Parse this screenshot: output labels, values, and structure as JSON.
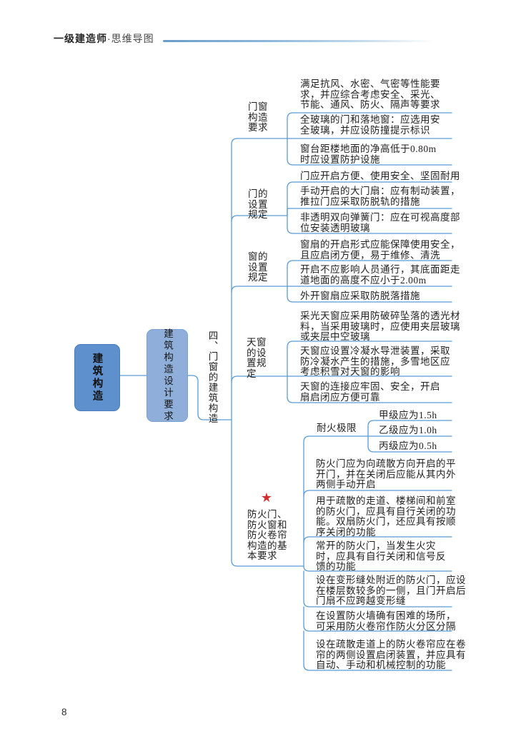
{
  "header": {
    "title_bold": "一级建造师",
    "separator": "·",
    "title_light": "思维导图"
  },
  "page_number": "8",
  "colors": {
    "connector": "#5b9bd5",
    "root_fill": "#5e90ce",
    "level1_fill": "#8fafda",
    "star": "#d42f2f"
  },
  "mindmap": {
    "root": {
      "label": "建筑构造"
    },
    "level1": {
      "label": "建筑构造设计要求"
    },
    "topic": {
      "label": "四、门窗的建筑构造"
    },
    "branches": [
      {
        "label": "门窗\n构造\n要求",
        "leaves": [
          "满足抗风、水密、气密等性能要\n求，并应综合考虑安全、采光、\n节能、通风、防火、隔声等要求",
          "全玻璃的门和落地窗：应选用安\n全玻璃，并应设防撞提示标识",
          "窗台距楼地面的净高低于0.80m\n时应设置防护设施"
        ]
      },
      {
        "label": "门的\n设置\n规定",
        "leaves": [
          "门应开启方便、使用安全、坚固耐用",
          "手动开启的大门扇：应有制动装置，\n推拉门应采取防脱轨的措施",
          "非透明双向弹簧门：应在可视高度部\n位安装透明玻璃"
        ]
      },
      {
        "label": "窗的\n设置\n规定",
        "leaves": [
          "窗扇的开启形式应能保障使用安全，\n且应启闭方便，易于维修、清洗",
          "开启不应影响人员通行，其底面距走\n道地面的高度不应小于2.00m",
          "外开窗扇应采取防脱落措施"
        ]
      },
      {
        "label": "天窗\n的设\n置规\n定",
        "leaves": [
          "采光天窗应采用防破碎坠落的透光材\n料，当采用玻璃时，应使用夹层玻璃\n或夹层中空玻璃",
          "天窗应设置冷凝水导泄装置，采取\n防冷凝水产生的措施，多雪地区应\n考虑积雪对天窗的影响",
          "天窗的连接应牢固、安全，开启\n扇启闭应方便可靠"
        ]
      },
      {
        "label": "防火门、\n防火窗和\n防火卷帘\n构造的基\n本要求",
        "star": "★",
        "fire_rating": {
          "label": "耐火极限",
          "items": [
            "甲级应为1.5h",
            "乙级应为1.0h",
            "丙级应为0.5h"
          ]
        },
        "leaves": [
          "防火门应为向疏散方向开启的平\n开门，并在关闭后应能从其内外\n两侧手动开启",
          "用于疏散的走道、楼梯间和前室\n的防火门，应具有自行关闭的功\n能。双扇防火门，还应具有按顺\n序关闭的功能",
          "常开的防火门，当发生火灾\n时，应具有自行关闭和信号反\n馈的功能",
          "设在变形缝处附近的防火门，应设\n在楼层数较多的一侧，且门开启后\n门扇不应跨越变形缝",
          "在设置防火墙确有困难的场所，\n可采用防火卷帘作防火分区分隔",
          "设在疏散走道上的防火卷帘应在卷\n帘的两侧设置启闭装置，并应具有\n自动、手动和机械控制的功能"
        ]
      }
    ]
  }
}
